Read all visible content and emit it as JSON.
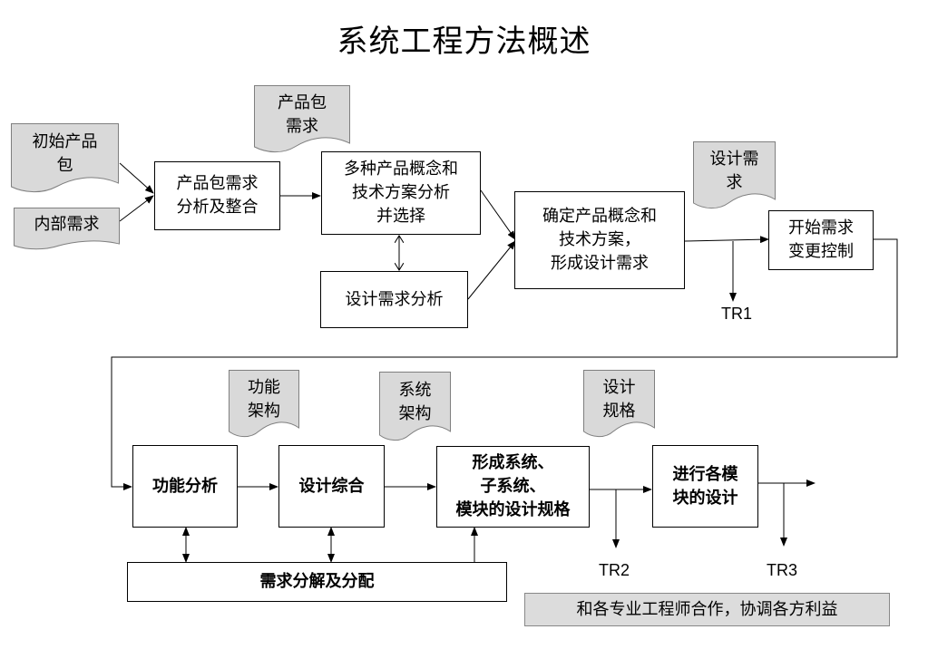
{
  "title": "系统工程方法概述",
  "docs": {
    "initial_package": "初始产品\n包",
    "internal_req": "内部需求",
    "package_req": "产品包\n需求",
    "design_req": "设计需\n求",
    "func_arch": "功能\n架构",
    "sys_arch": "系统\n架构",
    "design_spec": "设计\n规格"
  },
  "boxes": {
    "package_analysis": "产品包需求\n分析及整合",
    "concept_analysis": "多种产品概念和\n技术方案分析\n并选择",
    "design_req_analysis": "设计需求分析",
    "confirm_concept": "确定产品概念和\n技术方案，\n形成设计需求",
    "change_control": "开始需求\n变更控制",
    "func_analysis": "功能分析",
    "design_synthesis": "设计综合",
    "form_spec": "形成系统、\n子系统、\n模块的设计规格",
    "module_design": "进行各模\n块的设计",
    "req_decomp": "需求分解及分配",
    "cooperate": "和各专业工程师合作，协调各方利益"
  },
  "milestones": {
    "tr1": "TR1",
    "tr2": "TR2",
    "tr3": "TR3"
  },
  "colors": {
    "doc_fill": "#d9d9d9",
    "note_fill": "#dcdcdc",
    "line": "#000000"
  }
}
